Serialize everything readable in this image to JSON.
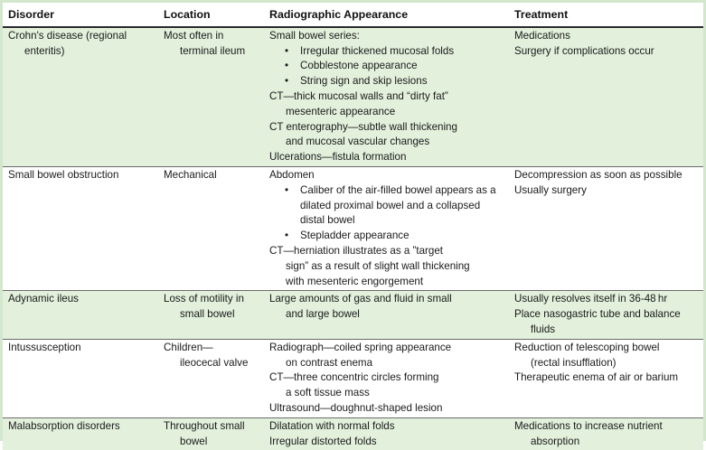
{
  "headers": [
    "Disorder",
    "Location",
    "Radiographic Appearance",
    "Treatment"
  ],
  "rows": [
    {
      "disorder": "Crohn's disease (regional enteritis)",
      "location": [
        "Most often in",
        "terminal ileum"
      ],
      "appearance": {
        "intro": "Small bowel series:",
        "bullets": [
          "Irregular thickened mucosal folds",
          "Cobblestone appearance",
          "String sign and skip lesions"
        ],
        "after": [
          [
            "CT—thick mucosal walls and “dirty fat”",
            "mesenteric appearance"
          ],
          [
            "CT enterography—subtle wall thickening",
            "and mucosal vascular changes"
          ],
          [
            "Ulcerations—fistula formation"
          ]
        ]
      },
      "treatment": [
        [
          "Medications"
        ],
        [
          "Surgery if complications occur"
        ]
      ]
    },
    {
      "disorder": "Small bowel obstruction",
      "location": [
        "Mechanical"
      ],
      "appearance": {
        "intro": "Abdomen",
        "bullets": [
          "Caliber of the air-filled bowel appears as a dilated proximal bowel and a collapsed distal bowel",
          "Stepladder appearance"
        ],
        "after": [
          [
            "CT—herniation illustrates as a ”target",
            "sign” as a result of slight wall thickening",
            "with mesenteric engorgement"
          ]
        ]
      },
      "treatment": [
        [
          "Decompression as soon as possible"
        ],
        [
          "Usually surgery"
        ]
      ]
    },
    {
      "disorder": "Adynamic ileus",
      "location": [
        "Loss of motility in",
        "small bowel"
      ],
      "appearance": {
        "intro": "",
        "bullets": [],
        "after": [
          [
            "Large amounts of gas and fluid in small",
            "and large bowel"
          ]
        ]
      },
      "treatment": [
        [
          "Usually resolves itself in 36-48 hr"
        ],
        [
          "Place nasogastric tube and balance",
          "fluids"
        ]
      ]
    },
    {
      "disorder": "Intussusception",
      "location": [
        "Children—",
        "ileocecal valve"
      ],
      "appearance": {
        "intro": "",
        "bullets": [],
        "after": [
          [
            "Radiograph—coiled spring appearance",
            "on contrast enema"
          ],
          [
            "CT—three concentric circles forming",
            "a soft tissue mass"
          ],
          [
            "Ultrasound—doughnut-shaped lesion"
          ]
        ]
      },
      "treatment": [
        [
          "Reduction of telescoping bowel",
          "(rectal insufflation)"
        ],
        [
          "Therapeutic enema of air or barium"
        ]
      ]
    },
    {
      "disorder": "Malabsorption disorders",
      "location": [
        "Throughout small",
        "bowel"
      ],
      "appearance": {
        "intro": "",
        "bullets": [],
        "after": [
          [
            "Dilatation with normal folds"
          ],
          [
            "Irregular distorted folds"
          ]
        ]
      },
      "treatment": [
        [
          "Medications to increase nutrient",
          "absorption"
        ]
      ]
    }
  ],
  "bullet_glyph": "•",
  "colors": {
    "row_shade": "#e2f0dc",
    "border_frame": "#d2e7cc",
    "header_rule": "#2a2a2a",
    "row_rule": "#6b6b6b"
  }
}
